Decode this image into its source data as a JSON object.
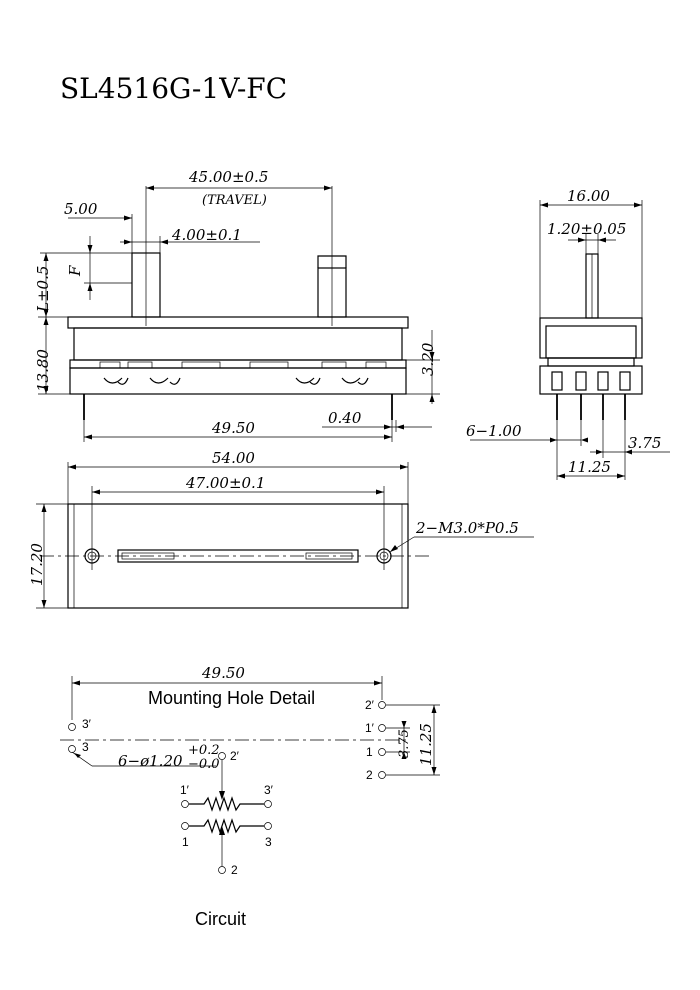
{
  "title": "SL4516G-1V-FC",
  "top_view": {
    "travel_dim": "45.00±0.5",
    "travel_note": "(TRAVEL)",
    "knob_offset": "5.00",
    "knob_width": "4.00±0.1",
    "knob_height": "L±0.5",
    "knob_f": "F",
    "body_height": "13.80",
    "pin_height": "3.20",
    "pin_span": "49.50",
    "pin_thickness": "0.40"
  },
  "side_view": {
    "width": "16.00",
    "shaft": "1.20±0.05",
    "pins": "6−1.00",
    "pitch_inner": "3.75",
    "pitch_outer": "11.25"
  },
  "bottom_view": {
    "length": "54.00",
    "hole_span": "47.00±0.1",
    "width": "17.20",
    "screw": "2−M3.0*P0.5"
  },
  "mounting": {
    "title": "Mounting Hole Detail",
    "span": "49.50",
    "hole_dia": "6−ø1.20",
    "tol_plus": "+0.2",
    "tol_minus": "−0.0",
    "pitch_inner": "3.75",
    "pitch_outer": "11.25",
    "pin_labels_left": [
      "3′",
      "3"
    ],
    "pin_label_2p": "2′",
    "pin_labels_right": [
      "2′",
      "1′",
      "1",
      "2"
    ]
  },
  "circuit": {
    "title": "Circuit",
    "labels": [
      "1′",
      "3′",
      "1",
      "3",
      "2"
    ]
  }
}
